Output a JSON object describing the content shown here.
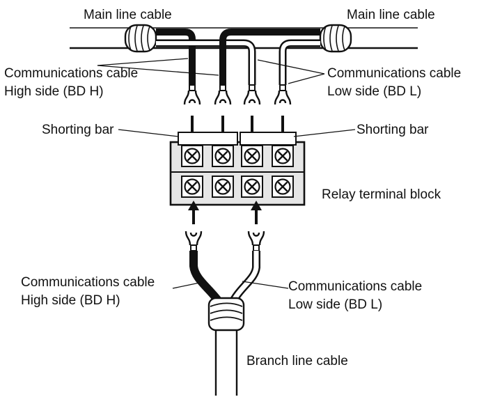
{
  "labels": {
    "main_left": "Main line cable",
    "main_right": "Main line cable",
    "comm_top_left_1": "Communications cable",
    "comm_top_left_2": "High side (BD H)",
    "comm_top_right_1": "Communications cable",
    "comm_top_right_2": "Low side (BD L)",
    "shorting_left": "Shorting bar",
    "shorting_right": "Shorting bar",
    "relay_block": "Relay terminal block",
    "comm_bottom_left_1": "Communications cable",
    "comm_bottom_left_2": "High side (BD H)",
    "comm_bottom_right_1": "Communications cable",
    "comm_bottom_right_2": "Low side (BD L)",
    "branch": "Branch line cable"
  },
  "colors": {
    "ink": "#111111",
    "block_fill": "#e6e6e6",
    "background": "#ffffff"
  }
}
